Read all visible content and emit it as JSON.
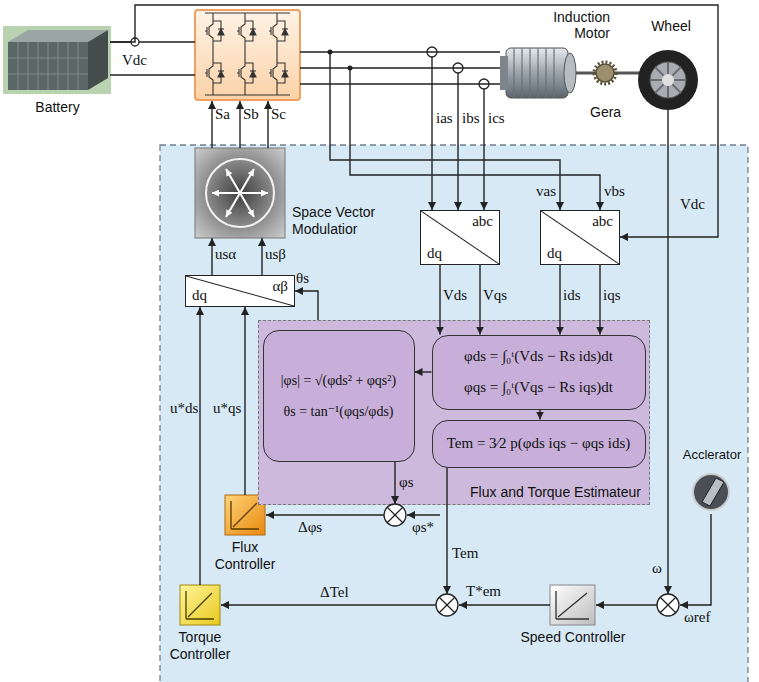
{
  "diagram": {
    "nodes": [
      {
        "text": [
          "Battery"
        ]
      },
      {
        "text": [
          "Induction Motor"
        ]
      },
      {
        "text": [
          "Wheel"
        ]
      },
      {
        "text": [
          "Space Vector Modulatior"
        ]
      },
      {
        "text": [
          "abc",
          "dq"
        ]
      },
      {
        "text": [
          "abc",
          "dq"
        ]
      },
      {
        "text": [
          "dq",
          "αβ"
        ]
      },
      {
        "text": [
          "Flux and Torque Estimateur"
        ]
      },
      {
        "text": [
          "|φs| = √(φds² + φqs²)",
          "θs = tan⁻¹(φqs/φds)"
        ],
        "in": 7
      },
      {
        "text": [
          "φds = ∫₀ᵗ(Vds − Rs ids)dt",
          "φqs = ∫₀ᵗ(Vqs − Rs iqs)dt"
        ],
        "in": 7
      },
      {
        "text": [
          "Tem = 3⁄2 p(φds iqs − φqs ids)"
        ],
        "in": 7
      },
      {
        "text": [
          "Acclerator"
        ]
      },
      {
        "text": [
          "Flux Controller"
        ]
      },
      {
        "text": [
          "Speed Controller"
        ]
      },
      {
        "text": [
          "Torque Controller"
        ]
      }
    ],
    "edges": [
      {
        "from": 0,
        "to": 5,
        "label": "Vdc",
        "arrow": "to"
      },
      {
        "from": 6,
        "to": 3,
        "label": "usα",
        "arrow": "to"
      },
      {
        "from": 6,
        "to": 3,
        "label": "usβ",
        "arrow": "to"
      },
      {
        "from": 4,
        "to": 9,
        "label": "Vds",
        "arrow": "to"
      },
      {
        "from": 4,
        "to": 9,
        "label": "Vqs",
        "arrow": "to"
      },
      {
        "from": 5,
        "to": 9,
        "label": "ids",
        "arrow": "to"
      },
      {
        "from": 5,
        "to": 9,
        "label": "iqs",
        "arrow": "to"
      },
      {
        "from": 9,
        "to": 8,
        "arrow": "to"
      },
      {
        "from": 9,
        "to": 10,
        "arrow": "to"
      },
      {
        "from": 7,
        "to": 6,
        "label": "θs",
        "arrow": "to"
      },
      {
        "from": 14,
        "to": 6,
        "label": "u*ds",
        "arrow": "to"
      },
      {
        "from": 12,
        "to": 6,
        "label": "u*qs",
        "arrow": "to"
      }
    ],
    "labels": [
      "Vdc",
      "Sa",
      "Sb",
      "Sc",
      "ias",
      "ibs",
      "ics",
      "vas",
      "vbs",
      "Gera",
      "φs",
      "φs*",
      "Δφs",
      "Tem",
      "T*em",
      "ΔTel",
      "ω",
      "ωref"
    ]
  }
}
